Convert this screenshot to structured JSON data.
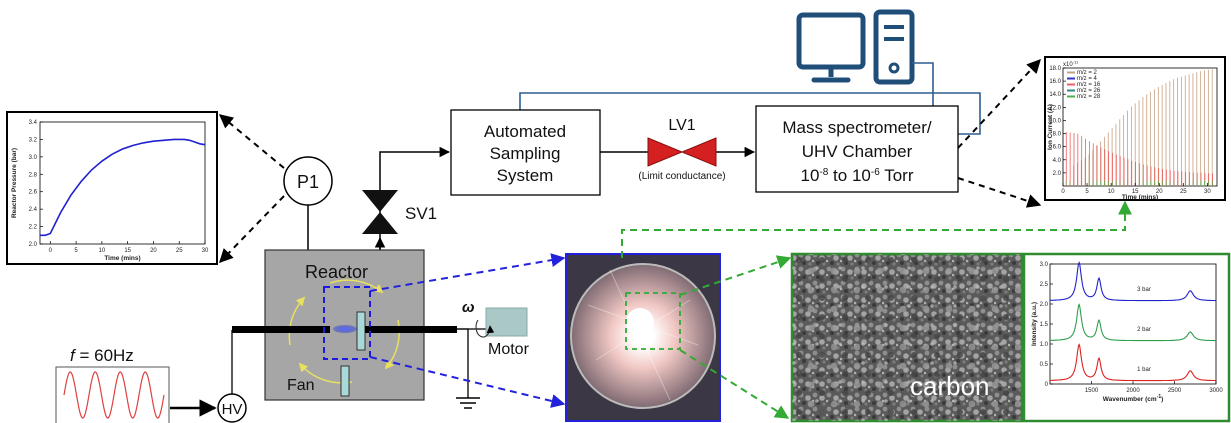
{
  "boxes": {
    "sampling": [
      "Automated",
      "Sampling",
      "System"
    ],
    "mass_spec": [
      "Mass spectrometer/",
      "UHV Chamber",
      "10",
      "-8",
      " to 10",
      "-6",
      " Torr"
    ]
  },
  "valves": {
    "lv1": "LV1",
    "lv1_note": "(Limit conductance)",
    "sv1": "SV1"
  },
  "gauge": "P1",
  "reactor": {
    "title": "Reactor",
    "fan": "Fan"
  },
  "motor": {
    "label": "Motor",
    "omega": "ω"
  },
  "hv": "HV",
  "frequency": {
    "f": "f",
    "rest": " = 60Hz"
  },
  "sem_label": "carbon",
  "chart_data": [
    {
      "type": "line",
      "xlabel": "Time (mins)",
      "ylabel": "Reactor Pressure (bar)",
      "xlim": [
        -2,
        30
      ],
      "ylim": [
        2.0,
        3.4
      ],
      "xticks": [
        "0",
        "5",
        "10",
        "15",
        "20",
        "25",
        "30"
      ],
      "yticks": [
        "2.0",
        "2.2",
        "2.4",
        "2.6",
        "2.8",
        "3.0",
        "3.2",
        "3.4"
      ],
      "color": "#2020d0",
      "series": [
        {
          "x": [
            -2,
            -1,
            0,
            2,
            4,
            6,
            8,
            10,
            12,
            14,
            16,
            18,
            20,
            22,
            24,
            26,
            27,
            28,
            29,
            30
          ],
          "y": [
            2.1,
            2.1,
            2.12,
            2.36,
            2.56,
            2.72,
            2.85,
            2.95,
            3.03,
            3.09,
            3.13,
            3.16,
            3.18,
            3.19,
            3.2,
            3.2,
            3.19,
            3.17,
            3.15,
            3.14
          ]
        }
      ]
    },
    {
      "type": "bar",
      "xlabel": "Time (mins)",
      "ylabel": "Ion Current (A)",
      "exponent": "x10",
      "exponent_power": "-11",
      "xlim": [
        0,
        32
      ],
      "ylim": [
        0,
        18
      ],
      "xticks": [
        "0",
        "5",
        "10",
        "15",
        "20",
        "25",
        "30"
      ],
      "yticks": [
        "2.0",
        "4.0",
        "6.0",
        "8.0",
        "10.0",
        "12.0",
        "14.0",
        "16.0",
        "18.0"
      ],
      "legend": [
        "m/z = 2",
        "m/z = 4",
        "m/z = 16",
        "m/z = 26",
        "m/z = 28"
      ],
      "colors": {
        "mz2": "#c8a080",
        "mz16": "#ef5f5f",
        "mz28": "#4caf50"
      },
      "mz2_curve": {
        "x": [
          2,
          5,
          8,
          11,
          14,
          17,
          20,
          23,
          26,
          29,
          31
        ],
        "y": [
          3.0,
          4.5,
          7.0,
          9.5,
          12.0,
          13.8,
          15.2,
          16.3,
          17.0,
          17.6,
          17.8
        ]
      },
      "mz16_curve": {
        "x": [
          1,
          3,
          5,
          8,
          11,
          14,
          17,
          20,
          23,
          26,
          29,
          31
        ],
        "y": [
          8.2,
          8.0,
          7.0,
          5.8,
          4.8,
          3.9,
          3.2,
          2.7,
          2.3,
          2.1,
          2.0,
          1.9
        ]
      }
    },
    {
      "type": "line",
      "xlabel": "Wavenumber (cm",
      "xlabel_sup": "-1",
      "xlabel_end": ")",
      "ylabel": "Intensity (a.u.)",
      "xlim": [
        1000,
        3000
      ],
      "ylim": [
        0,
        3.0
      ],
      "xticks": [
        "1500",
        "2000",
        "2500",
        "3000"
      ],
      "yticks": [
        "0",
        "0.5",
        "1.0",
        "1.5",
        "2.0",
        "2.5",
        "3.0"
      ],
      "series": [
        {
          "name": "3 bar",
          "color": "#2222cc",
          "offset": 2.0,
          "d_height": 0.95,
          "g_height": 0.55,
          "g2_height": 0.25
        },
        {
          "name": "2 bar",
          "color": "#2e9e4e",
          "offset": 1.0,
          "d_height": 0.9,
          "g_height": 0.5,
          "g2_height": 0.22
        },
        {
          "name": "1 bar",
          "color": "#dd2222",
          "offset": 0.0,
          "d_height": 0.9,
          "g_height": 0.55,
          "g2_height": 0.25
        }
      ]
    }
  ]
}
